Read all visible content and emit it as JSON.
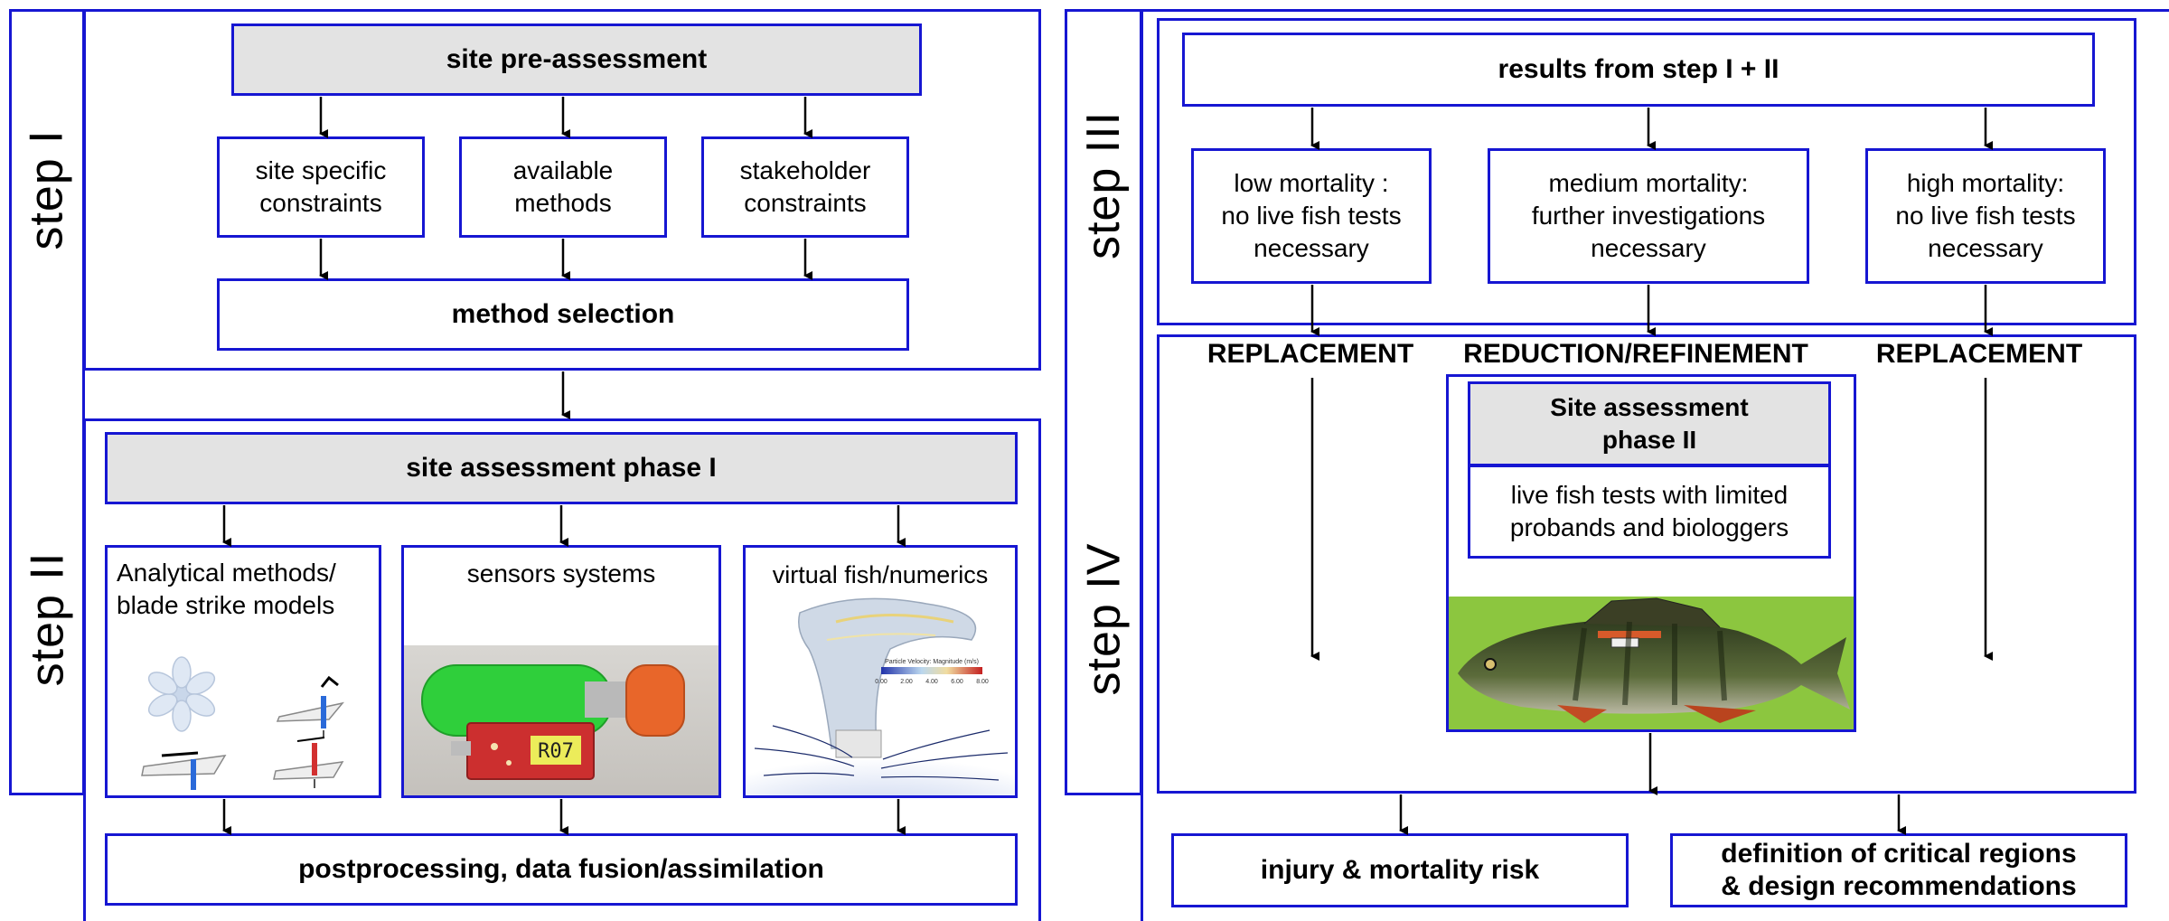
{
  "left": {
    "step1_label": "step I",
    "step2_label": "step II",
    "site_pre_assessment": "site pre-assessment",
    "site_specific_constraints": "site specific\nconstraints",
    "available_methods": "available\nmethods",
    "stakeholder_constraints": "stakeholder\nconstraints",
    "method_selection": "method selection",
    "site_assessment_phase1": "site assessment phase I",
    "analytical_methods": "Analytical methods/\nblade strike models",
    "sensor_systems": "sensors systems",
    "virtual_fish": "virtual fish/numerics",
    "sensor_tag": "R07",
    "colorbar_title": "Particle Velocity: Magnitude (m/s)",
    "colorbar_ticks": [
      "0.00",
      "2.00",
      "4.00",
      "6.00",
      "8.00"
    ],
    "postprocessing": "postprocessing, data fusion/assimilation"
  },
  "right": {
    "step3_label": "step III",
    "step4_label": "step IV",
    "results": "results from step I + II",
    "low_mortality": "low mortality :\nno live fish tests\nnecessary",
    "medium_mortality": "medium mortality:\nfurther investigations\nnecessary",
    "high_mortality": "high mortality:\nno live fish tests\nnecessary",
    "replacement_left": "REPLACEMENT",
    "reduction_refinement": "REDUCTION/REFINEMENT",
    "replacement_right": "REPLACEMENT",
    "site_assessment_phase2": "Site assessment\nphase II",
    "live_fish_tests": "live fish tests with limited\nprobands and biologgers",
    "injury_risk": "injury & mortality risk",
    "critical_regions": "definition of critical regions\n& design recommendations"
  },
  "colors": {
    "border_blue": "#1616d2",
    "header_grey": "#e3e3e3",
    "sensor_green": "#2fcf3b",
    "sensor_orange": "#e8662a",
    "fish_background": "#8cc63f"
  }
}
